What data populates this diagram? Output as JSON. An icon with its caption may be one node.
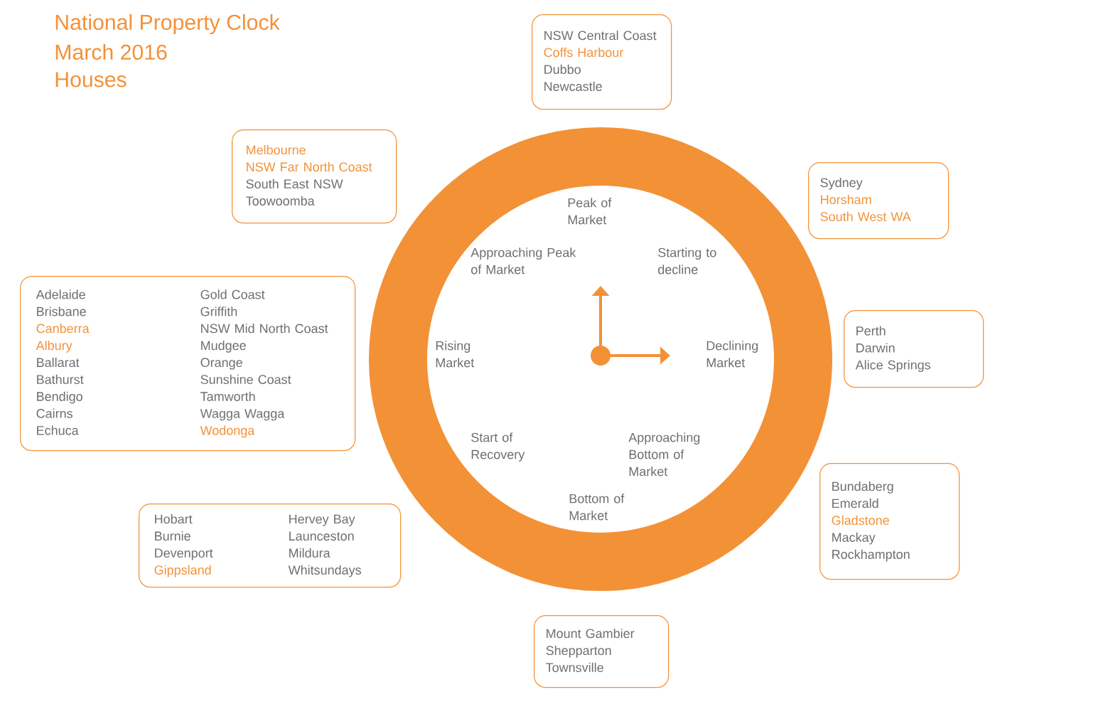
{
  "diagram": {
    "title": "National Property Clock",
    "labels": [
      "March 2016",
      "Houses"
    ],
    "nodes": [
      {
        "text": [
          "NSW Central Coast",
          "Coffs Harbour",
          "Dubbo",
          "Newcastle"
        ]
      },
      {
        "text": [
          "Melbourne",
          "NSW Far North Coast",
          "South East NSW",
          "Toowoomba"
        ]
      },
      {
        "text": [
          "Sydney",
          "Horsham",
          "South West WA"
        ]
      },
      {
        "text": [
          "Perth",
          "Darwin",
          "Alice Springs"
        ]
      },
      {
        "text": [
          "Adelaide",
          "Brisbane",
          "Canberra",
          "Albury",
          "Ballarat",
          "Bathurst",
          "Bendigo",
          "Cairns",
          "Echuca",
          "Gold Coast",
          "Griffith",
          "NSW Mid North Coast",
          "Mudgee",
          "Orange",
          "Sunshine Coast",
          "Tamworth",
          "Wagga Wagga",
          "Wodonga"
        ]
      },
      {
        "text": [
          "Hobart",
          "Burnie",
          "Devenport",
          "Gippsland",
          "Hervey Bay",
          "Launceston",
          "Mildura",
          "Whitsundays"
        ]
      },
      {
        "text": [
          "Bundaberg",
          "Emerald",
          "Gladstone",
          "Mackay",
          "Rockhampton"
        ]
      },
      {
        "text": [
          "Mount Gambier",
          "Shepparton",
          "Townsville"
        ]
      },
      {
        "text": [
          "Peak of Market",
          "Starting to decline",
          "Declining Market",
          "Approaching Bottom of Market",
          "Bottom of Market",
          "Start of Recovery",
          "Rising Market",
          "Approaching Peak of Market"
        ]
      }
    ]
  }
}
